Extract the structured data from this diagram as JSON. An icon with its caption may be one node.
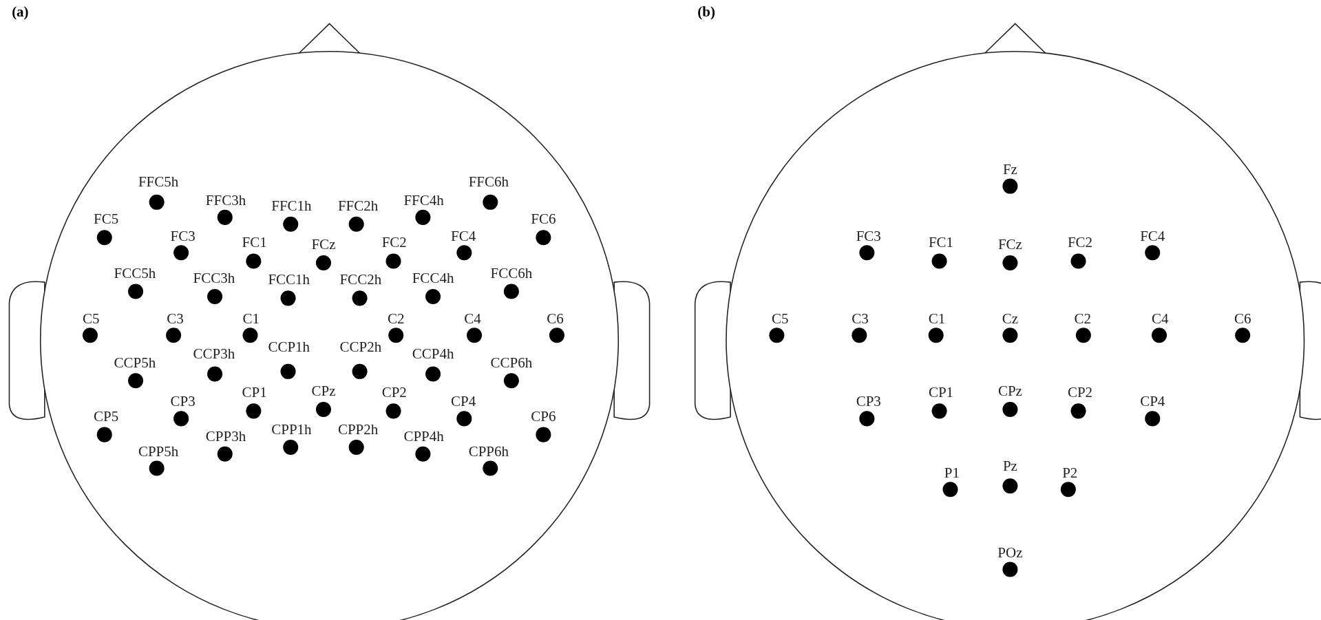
{
  "diagram": {
    "labels": [
      "(a)",
      "FFC5h",
      "FFC3h",
      "FFC1h",
      "FFC2h",
      "FFC4h",
      "FFC6h",
      "FC5",
      "FC3",
      "FC1",
      "FCz",
      "FC2",
      "FC4",
      "FC6",
      "FCC5h",
      "FCC3h",
      "FCC1h",
      "FCC2h",
      "FCC4h",
      "FCC6h",
      "C5",
      "C3",
      "C1",
      "C2",
      "C4",
      "C6",
      "CCP5h",
      "CCP3h",
      "CCP1h",
      "CCP2h",
      "CCP4h",
      "CCP6h",
      "CP5",
      "CP3",
      "CP1",
      "CPz",
      "CP2",
      "CP4",
      "CP6",
      "CPP5h",
      "CPP3h",
      "CPP1h",
      "CPP2h",
      "CPP4h",
      "CPP6h",
      "(b)",
      "Fz",
      "FC3",
      "FC1",
      "FCz",
      "FC2",
      "FC4",
      "C5",
      "C3",
      "C1",
      "Cz",
      "C2",
      "C4",
      "C6",
      "CP3",
      "CP1",
      "CPz",
      "CP2",
      "CP4",
      "P1",
      "Pz",
      "P2",
      "POz"
    ]
  }
}
